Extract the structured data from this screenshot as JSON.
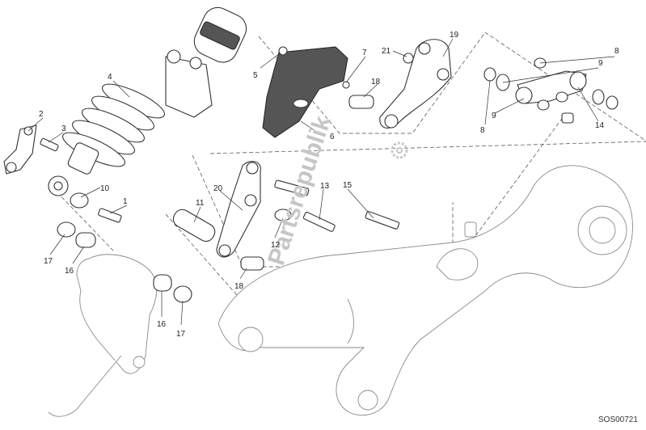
{
  "diagram": {
    "code": "SOS00721",
    "watermark": "Partsrepublik",
    "callouts": [
      "1",
      "2",
      "3",
      "4",
      "5",
      "6",
      "7",
      "8",
      "8",
      "9",
      "9",
      "10",
      "11",
      "12",
      "13",
      "14",
      "15",
      "16",
      "16",
      "17",
      "17",
      "18",
      "18",
      "19",
      "20",
      "21"
    ]
  }
}
